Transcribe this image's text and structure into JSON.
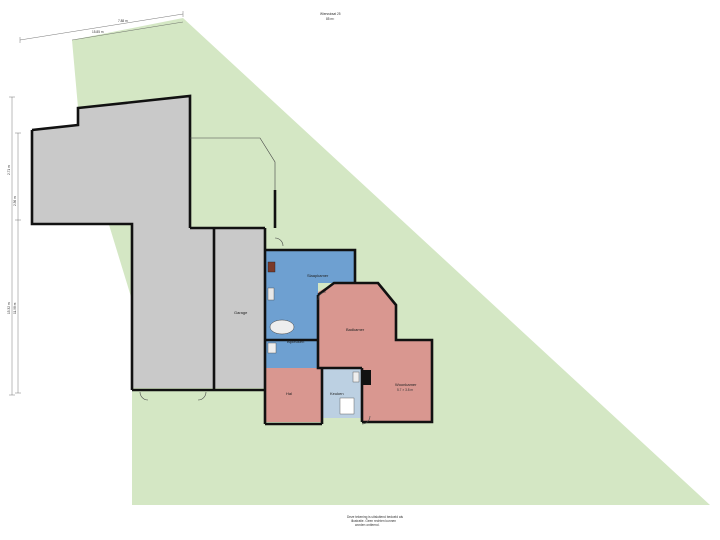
{
  "header": {
    "line1": "Wiersstraat 25",
    "line2": "85 m²"
  },
  "footer": {
    "line1": "Deze tekening is uitsluitend bedoeld als",
    "line2": "illustratie. Geen rechten kunnen",
    "line3": "worden ontleend."
  },
  "rooms": {
    "garage": "Garage",
    "slaapkamer": "Slaapkamer",
    "badkamer": "Badkamer",
    "bijkeuken": "Bijkeuken",
    "hal": "Hal",
    "keuken": "Keuken",
    "woonkamer": "Woonkamer",
    "woonkamer_size": "5.7 × 3.8 m"
  },
  "dimensions": {
    "top_outer": "7.88 m",
    "top_inner": "15.85 m",
    "left_1": "2.71 m",
    "left_2": "2.36 m",
    "left_3": "15.32 m",
    "left_4": "11.98 m"
  },
  "colors": {
    "lawn": "#d4e7c4",
    "building": "#c9c9c9",
    "bedroom": "#d99790",
    "bathroom": "#6ea0d1",
    "hall": "#bcd0e2"
  }
}
